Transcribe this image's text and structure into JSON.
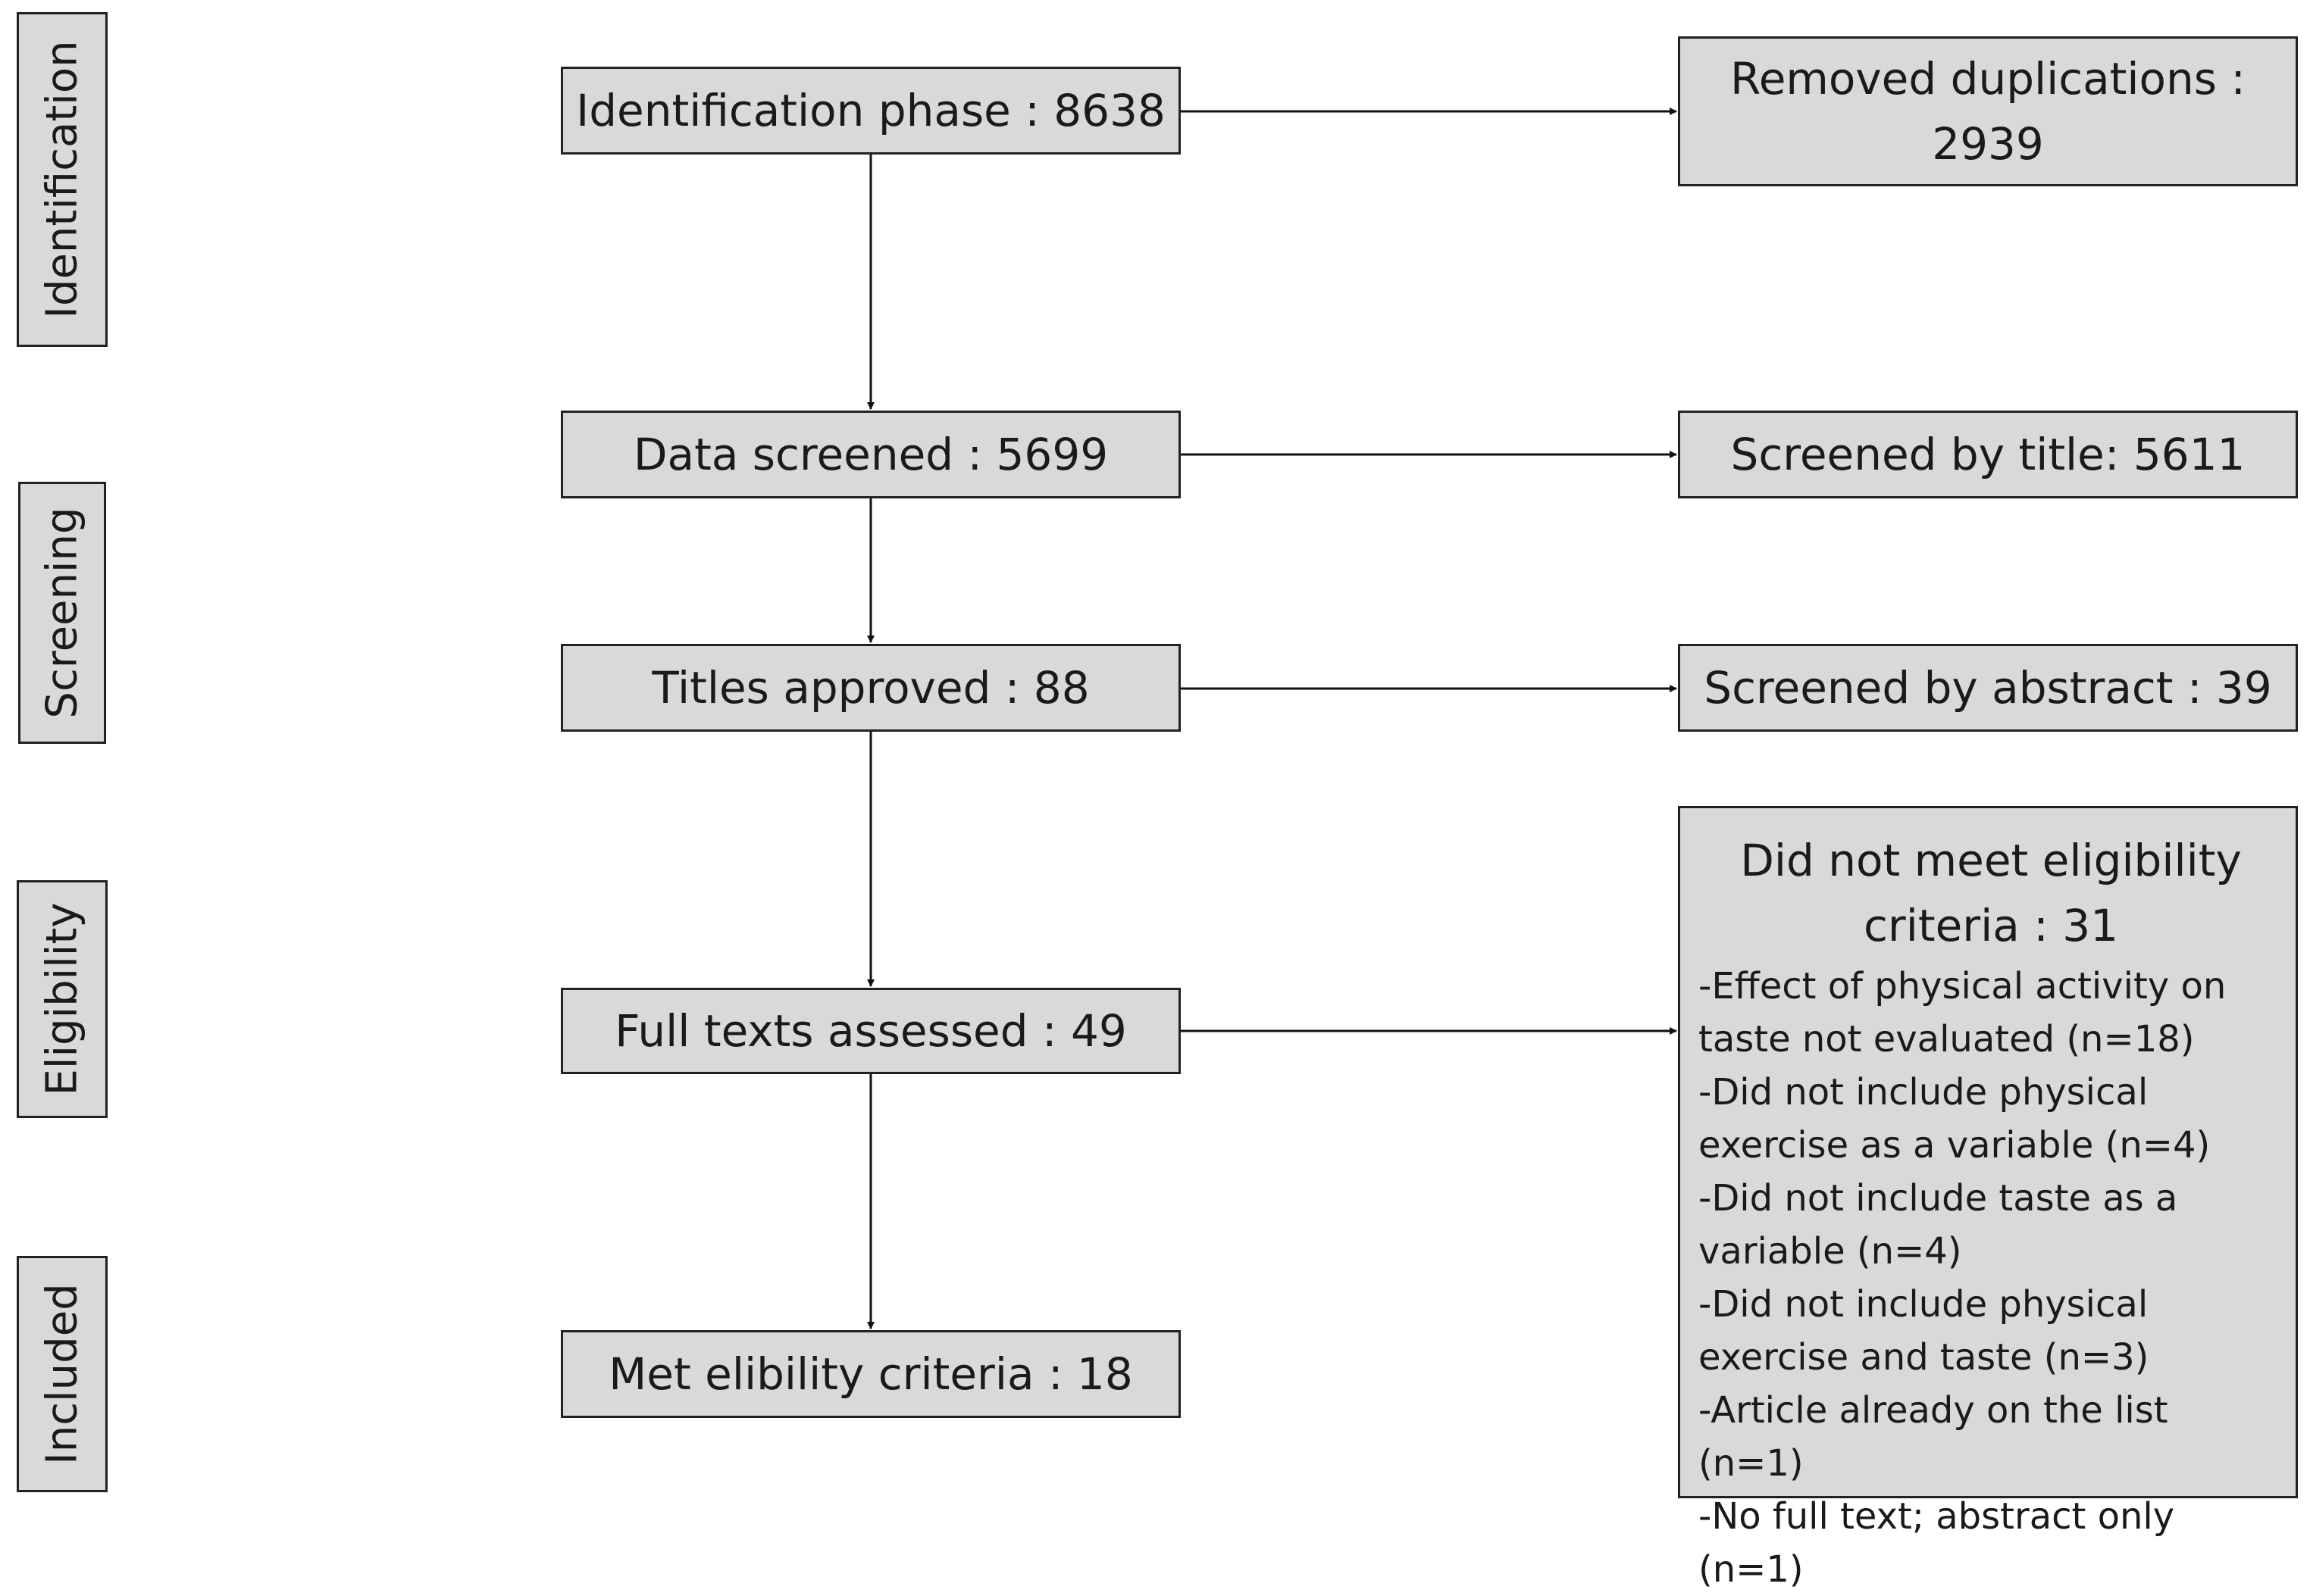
{
  "phases": [
    "Identification",
    "Screening",
    "Eligibility",
    "Included"
  ],
  "main_boxes": [
    "Identification phase : 8638",
    "Data screened : 5699",
    "Titles approved : 88",
    "Full texts assessed : 49",
    "Met elibility criteria : 18"
  ],
  "side_boxes": {
    "removed_duplications": "Removed duplications : 2939",
    "screened_by_title": "Screened by title: 5611",
    "screened_by_abstract": "Screened by abstract : 39",
    "eligibility": {
      "title": "Did not meet eligibility criteria : 31",
      "reasons": [
        "-Effect of physical activity on\ntaste not evaluated (n=18)",
        "-Did not include physical\nexercise as a variable (n=4)",
        "-Did not include taste as a\nvariable (n=4)",
        "-Did not include physical\nexercise and taste (n=3)",
        "-Article already on the list (n=1)",
        "-No full text; abstract only (n=1)"
      ]
    }
  }
}
